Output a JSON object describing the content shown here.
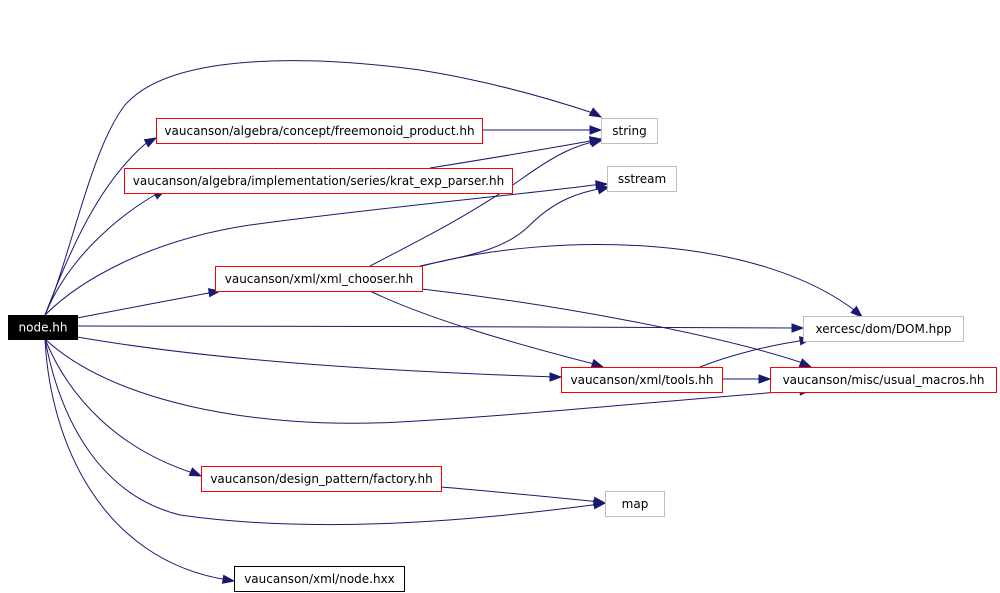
{
  "graph": {
    "nodes": [
      {
        "id": "node_hh",
        "label": "node.hh",
        "style": "root"
      },
      {
        "id": "string",
        "label": "string",
        "style": "external"
      },
      {
        "id": "freemonoid",
        "label": "vaucanson/algebra/concept/freemonoid_product.hh",
        "style": "documented"
      },
      {
        "id": "krat",
        "label": "vaucanson/algebra/implementation/series/krat_exp_parser.hh",
        "style": "documented"
      },
      {
        "id": "sstream",
        "label": "sstream",
        "style": "external"
      },
      {
        "id": "xml_chooser",
        "label": "vaucanson/xml/xml_chooser.hh",
        "style": "documented"
      },
      {
        "id": "dom",
        "label": "xercesc/dom/DOM.hpp",
        "style": "external"
      },
      {
        "id": "tools",
        "label": "vaucanson/xml/tools.hh",
        "style": "documented"
      },
      {
        "id": "usual_macros",
        "label": "vaucanson/misc/usual_macros.hh",
        "style": "documented"
      },
      {
        "id": "factory",
        "label": "vaucanson/design_pattern/factory.hh",
        "style": "documented"
      },
      {
        "id": "map",
        "label": "map",
        "style": "external"
      },
      {
        "id": "node_hxx",
        "label": "vaucanson/xml/node.hxx",
        "style": "plain"
      }
    ],
    "edges": [
      {
        "from": "node_hh",
        "to": "string"
      },
      {
        "from": "node_hh",
        "to": "freemonoid"
      },
      {
        "from": "node_hh",
        "to": "krat"
      },
      {
        "from": "node_hh",
        "to": "sstream"
      },
      {
        "from": "node_hh",
        "to": "xml_chooser"
      },
      {
        "from": "node_hh",
        "to": "dom"
      },
      {
        "from": "node_hh",
        "to": "tools"
      },
      {
        "from": "node_hh",
        "to": "usual_macros"
      },
      {
        "from": "node_hh",
        "to": "factory"
      },
      {
        "from": "node_hh",
        "to": "map"
      },
      {
        "from": "node_hh",
        "to": "node_hxx"
      },
      {
        "from": "freemonoid",
        "to": "string"
      },
      {
        "from": "krat",
        "to": "string"
      },
      {
        "from": "xml_chooser",
        "to": "string"
      },
      {
        "from": "xml_chooser",
        "to": "sstream"
      },
      {
        "from": "xml_chooser",
        "to": "dom"
      },
      {
        "from": "xml_chooser",
        "to": "tools"
      },
      {
        "from": "xml_chooser",
        "to": "usual_macros"
      },
      {
        "from": "tools",
        "to": "dom"
      },
      {
        "from": "tools",
        "to": "usual_macros"
      },
      {
        "from": "factory",
        "to": "map"
      }
    ]
  },
  "colors": {
    "edge": "#191970",
    "root_fill": "#000000",
    "root_text": "#ffffff",
    "documented_border": "#ff0000",
    "external_border": "#bfbfbf",
    "plain_border": "#000000",
    "background": "#ffffff"
  }
}
